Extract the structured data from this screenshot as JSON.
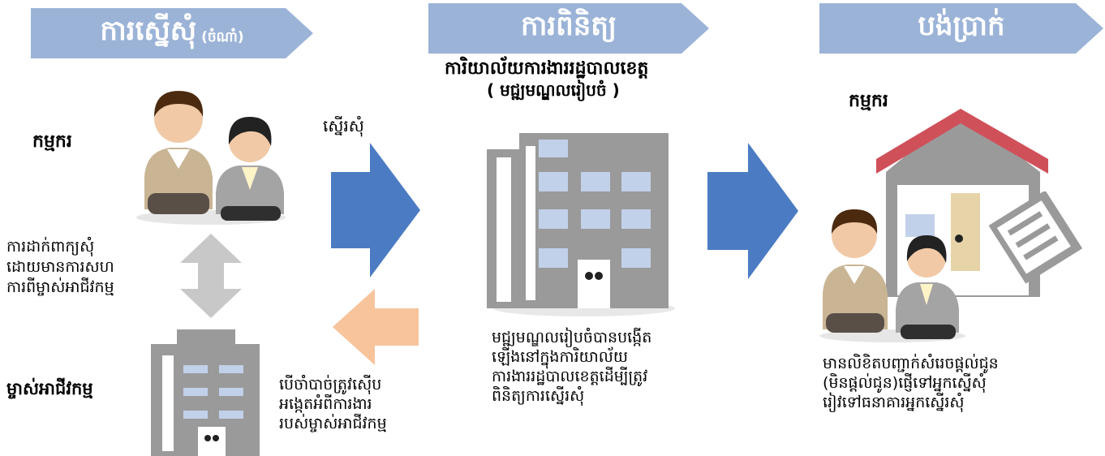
{
  "banners": {
    "request": {
      "title": "ការស្នើសុំ",
      "sub": "(ចំណាំ)"
    },
    "inspect": {
      "title": "ការពិនិត្យ"
    },
    "pay": {
      "title": "បង់ប្រាក់"
    }
  },
  "left": {
    "worker_label": "កម្មករ",
    "apply_text": "ការដាក់ពាក្យសុំ\nដោយមានការសហ\nការពីម្ចាស់អាជីវកម្ម",
    "owner_label": "ម្ចាស់អាជីវកម្ម"
  },
  "middle": {
    "request_label": "ស្នើរសុំ",
    "office_title": "ការិយាល័យការងាររដ្ឋបាលខេត្ត",
    "office_sub": "( មជ្ឍមណ្ឌលរៀបចំ )",
    "feedback_text": "បើចាំបាច់ត្រូវស៊ើប\nអង្កេតអំពីការងារ\nរបស់ម្ចាស់អាជីវកម្ម",
    "center_text": "មជ្ឍមណ្ឌលរៀបចំបានបង្កើត\nឡើងនៅក្នុងការិយាល័យ\nការងាររដ្ឋបាលខេត្តដើម្បីត្រូវ\nពិនិត្យការស្នើរសុំ"
  },
  "right": {
    "worker_label": "កម្មករ",
    "result_text": "មានលិខិតបញ្ជាក់សំរេចផ្តល់ជូន\n(មិនផ្តល់ជូន)ផ្ញើទៅអ្នកស្នើសុំ\nរៀវទៅធនាគារអ្នកស្នើរសុំ"
  },
  "colors": {
    "banner": "#9cb3d8",
    "arrow_blue": "#4b7cc3",
    "arrow_orange": "#f8c49c",
    "arrow_gray": "#c8c8c8",
    "building": "#9a9a9a",
    "roof": "#d0505a"
  },
  "icons": [
    "workers-icon",
    "office-building-icon",
    "business-building-icon",
    "house-icon",
    "document-icon"
  ]
}
